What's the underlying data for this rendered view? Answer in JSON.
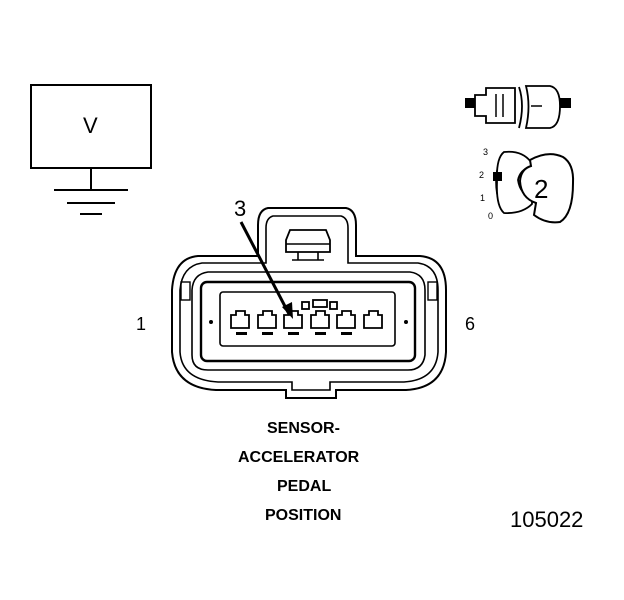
{
  "meter": {
    "label": "V"
  },
  "callout": {
    "pin_number": "3"
  },
  "pin_labels": {
    "left": "1",
    "right": "6"
  },
  "selector": {
    "positions": [
      "3",
      "2",
      "1",
      "0"
    ],
    "current": "2"
  },
  "title_lines": [
    "SENSOR-",
    "ACCELERATOR",
    "PEDAL",
    "POSITION"
  ],
  "figure_number": "105022"
}
